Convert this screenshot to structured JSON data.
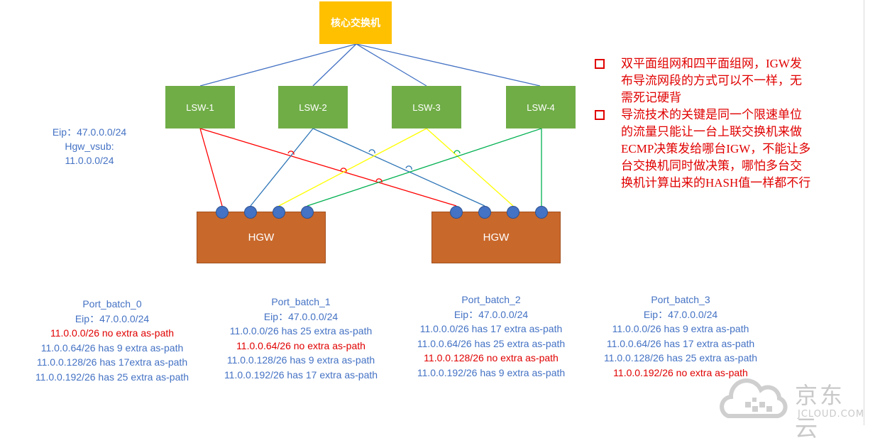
{
  "core_switch": {
    "label": "核心交换机",
    "color": "#ffc000"
  },
  "lsw": [
    {
      "label": "LSW-1",
      "link_color": "#ff0000"
    },
    {
      "label": "LSW-2",
      "link_color": "#2e75b6"
    },
    {
      "label": "LSW-3",
      "link_color": "#ffff00"
    },
    {
      "label": "LSW-4",
      "link_color": "#00b050"
    }
  ],
  "uplink_color": "#4472c4",
  "hgw": [
    {
      "label": "HGW"
    },
    {
      "label": "HGW"
    }
  ],
  "eip_info": {
    "lines": [
      "Eip：47.0.0.0/24",
      "Hgw_vsub:",
      "11.0.0.0/24"
    ]
  },
  "port_batches": [
    {
      "title": "Port_batch_0",
      "eip": "Eip：47.0.0.0/24",
      "routes": [
        {
          "text": "11.0.0.0/26 no extra as-path",
          "highlight": true
        },
        {
          "text": "11.0.0.64/26 has 9 extra as-path",
          "highlight": false
        },
        {
          "text": "11.0.0.128/26 has 17extra as-path",
          "highlight": false
        },
        {
          "text": "11.0.0.192/26 has 25 extra as-path",
          "highlight": false
        }
      ]
    },
    {
      "title": "Port_batch_1",
      "eip": "Eip：47.0.0.0/24",
      "routes": [
        {
          "text": "11.0.0.0/26 has 25 extra as-path",
          "highlight": false
        },
        {
          "text": "11.0.0.64/26 no extra as-path",
          "highlight": true
        },
        {
          "text": "11.0.0.128/26 has 9 extra as-path",
          "highlight": false
        },
        {
          "text": "11.0.0.192/26 has 17 extra as-path",
          "highlight": false
        }
      ]
    },
    {
      "title": "Port_batch_2",
      "eip": "Eip：47.0.0.0/24",
      "routes": [
        {
          "text": "11.0.0.0/26 has 17 extra as-path",
          "highlight": false
        },
        {
          "text": "11.0.0.64/26 has 25 extra as-path",
          "highlight": false
        },
        {
          "text": "11.0.0.128/26 no extra as-path",
          "highlight": true
        },
        {
          "text": "11.0.0.192/26 has 9 extra as-path",
          "highlight": false
        }
      ]
    },
    {
      "title": "Port_batch_3",
      "eip": "Eip：47.0.0.0/24",
      "routes": [
        {
          "text": "11.0.0.0/26 has 9 extra as-path",
          "highlight": false
        },
        {
          "text": "11.0.0.64/26 has 17 extra as-path",
          "highlight": false
        },
        {
          "text": "11.0.0.128/26 has 25 extra as-path",
          "highlight": false
        },
        {
          "text": "11.0.0.192/26 no extra as-path",
          "highlight": true
        }
      ]
    }
  ],
  "notes": [
    {
      "icon": "square-bullet-icon",
      "lines": [
        "双平面组网和四平面组网，IGW发",
        "布导流网段的方式可以不一样，无",
        "需死记硬背"
      ]
    },
    {
      "icon": "square-bullet-icon",
      "lines": [
        "导流技术的关键是同一个限速单位",
        "的流量只能让一台上联交换机来做",
        "ECMP决策发给哪台IGW，不能让多",
        "台交换机同时做决策，哪怕多台交",
        "换机计算出来的HASH值一样都不行"
      ]
    }
  ],
  "logo": {
    "cn": "京东云",
    "en": "JCLOUD.COM",
    "icon": "cloud-logo-icon"
  },
  "colors": {
    "text_blue": "#4472c4",
    "text_red": "#e00000",
    "lsw_green": "#70ad47",
    "hgw_orange": "#c9682b",
    "port_blue": "#4472c4"
  }
}
